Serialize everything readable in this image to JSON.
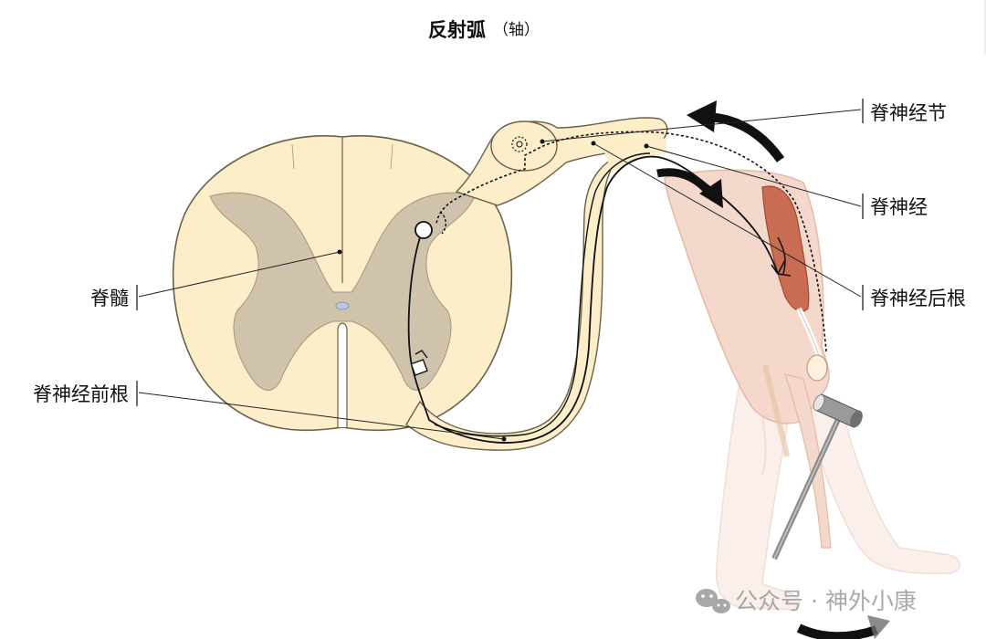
{
  "title": {
    "main": "反射弧",
    "sub": "（轴）"
  },
  "labels": {
    "spinal_ganglion": "脊神经节",
    "spinal_nerve": "脊神经",
    "dorsal_root": "脊神经后根",
    "spinal_cord": "脊髓",
    "ventral_root": "脊神经前根"
  },
  "watermark": {
    "text": "公众号 · 神外小康",
    "icon": "wechat-icon"
  },
  "colors": {
    "cord_white_matter": "#fbeec8",
    "cord_gray_matter": "#cfc3ac",
    "outline": "#6b5f49",
    "leg_skin": "#f5d8cc",
    "muscle": "#c96d52",
    "arrow": "#111111",
    "hammer": "#9a9a9a"
  }
}
